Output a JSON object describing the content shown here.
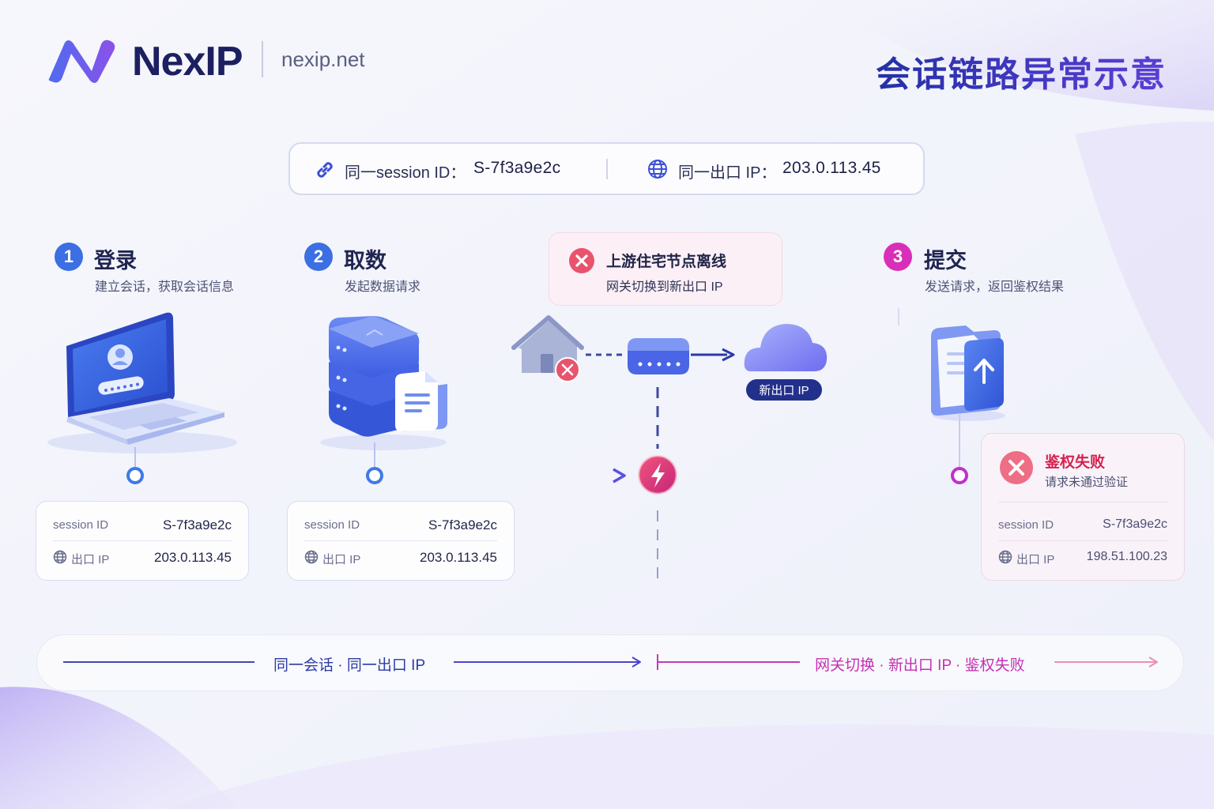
{
  "header": {
    "brand_name": "NexIP",
    "brand_domain": "nexip.net",
    "title": "会话链路异常示意"
  },
  "info_pill": {
    "session_label": "同一session ID：",
    "session_value": "S-7f3a9e2c",
    "ip_label": "同一出口 IP：",
    "ip_value": "203.0.113.45"
  },
  "steps": [
    {
      "number": "1",
      "title": "登录",
      "description": "建立会话，获取会话信息",
      "color": "#3b6fe3"
    },
    {
      "number": "2",
      "title": "取数",
      "description": "发起数据请求",
      "color": "#3b6fe3"
    },
    {
      "number": "3",
      "title": "提交",
      "description": "发送请求，返回鉴权结果",
      "color": "#d92fb8"
    }
  ],
  "alert": {
    "title": "上游住宅节点离线",
    "subtitle": "网关切换到新出口 IP"
  },
  "new_ip_chip": "新出口 IP",
  "cards": [
    {
      "session_label": "session ID",
      "session_value": "S-7f3a9e2c",
      "ip_label": "出口 IP",
      "ip_value": "203.0.113.45"
    },
    {
      "session_label": "session ID",
      "session_value": "S-7f3a9e2c",
      "ip_label": "出口 IP",
      "ip_value": "203.0.113.45"
    },
    {
      "session_label": "session ID",
      "session_value": "S-7f3a9e2c",
      "ip_label": "出口 IP",
      "ip_value": "198.51.100.23",
      "fail_title": "鉴权失败",
      "fail_subtitle": "请求未通过验证"
    }
  ],
  "legend": {
    "left": "同一会话 · 同一出口 IP",
    "right": "网关切换 · 新出口 IP · 鉴权失败"
  },
  "colors": {
    "blue": "#3b6fe3",
    "navy": "#1c2060",
    "magenta": "#d92fb8",
    "alert_red": "#e8546d"
  },
  "icons": [
    "link-icon",
    "globe-icon",
    "laptop-icon",
    "server-icon",
    "document-icon",
    "home-icon",
    "router-icon",
    "cloud-icon",
    "upload-folder-icon",
    "lightning-icon",
    "error-x-icon"
  ]
}
